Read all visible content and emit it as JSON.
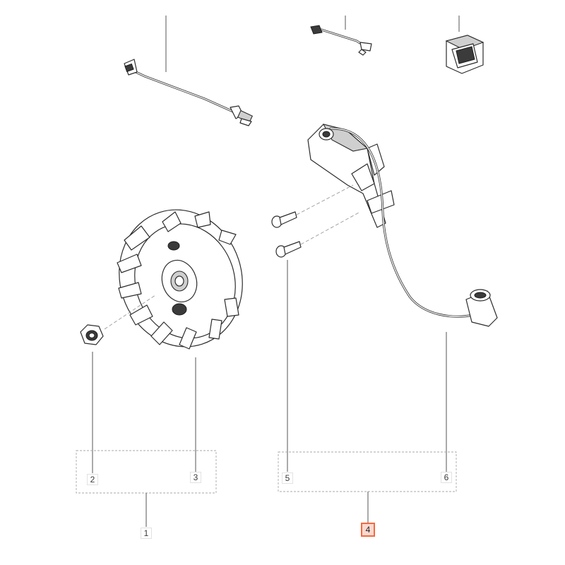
{
  "callouts": {
    "c1": "1",
    "c2": "2",
    "c3": "3",
    "c4": "4",
    "c5": "5",
    "c6": "6"
  },
  "highlight_color": "#f26a3e",
  "highlighted_callout": "4"
}
